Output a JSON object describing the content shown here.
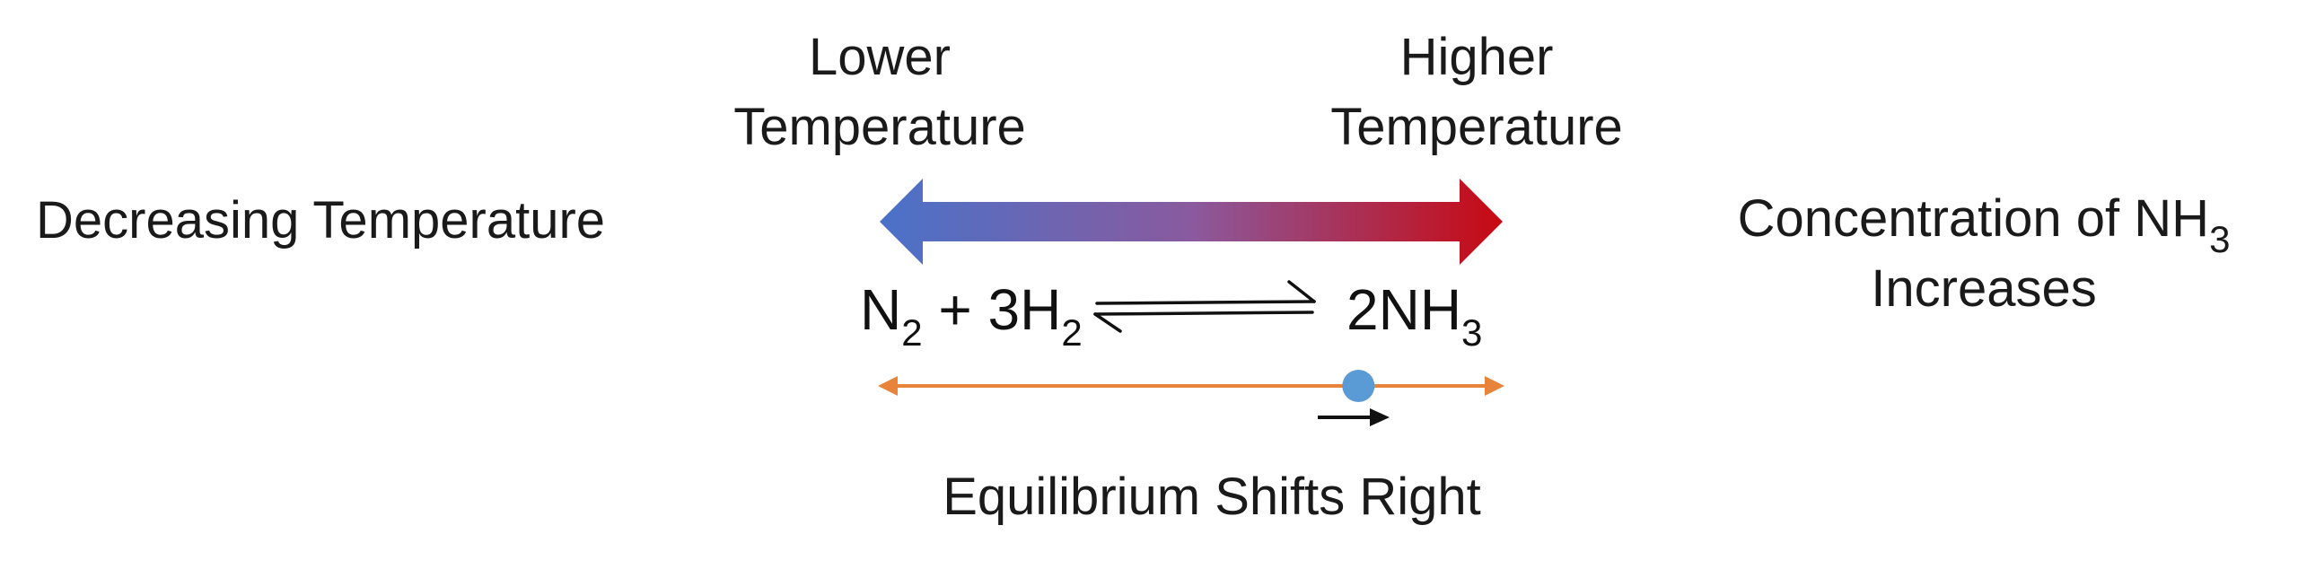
{
  "labels": {
    "decreasing_temperature": "Decreasing Temperature",
    "lower_temperature_line1": "Lower",
    "lower_temperature_line2": "Temperature",
    "higher_temperature_line1": "Higher",
    "higher_temperature_line2": "Temperature",
    "concentration_line1": "Concentration of NH",
    "concentration_sub": "3",
    "concentration_line2": "Increases",
    "equilibrium_shift": "Equilibrium Shifts Right"
  },
  "equation": {
    "reactant_n": "N",
    "reactant_n_sub": "2",
    "plus": " + 3H",
    "reactant_h_sub": "2",
    "product": "2NH",
    "product_sub": "3"
  },
  "colors": {
    "gradient_left": "#4a72c9",
    "gradient_mid": "#8a5a9e",
    "gradient_right": "#c80912",
    "scale_line": "#e8833a",
    "marker": "#5b9bd5",
    "shift_arrow": "#111111"
  },
  "equilibrium_marker": {
    "position_fraction": 0.77
  }
}
